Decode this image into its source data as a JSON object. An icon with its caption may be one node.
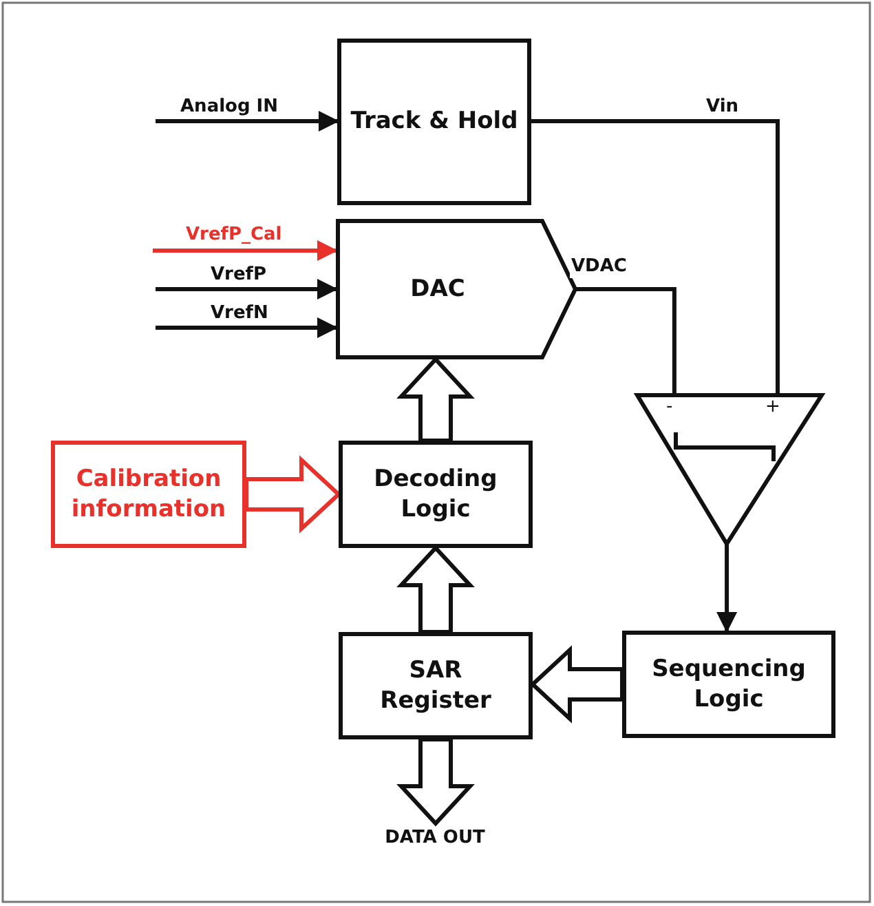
{
  "diagram": {
    "nodes": [
      {
        "text": [
          "Track & Hold"
        ]
      },
      {
        "text": [
          "DAC"
        ]
      },
      {
        "text": [
          "-",
          "+"
        ]
      },
      {
        "text": [
          "Calibration information"
        ]
      },
      {
        "text": [
          "Decoding Logic"
        ]
      },
      {
        "text": [
          "SAR Register"
        ]
      },
      {
        "text": [
          "Sequencing Logic"
        ]
      },
      {
        "text": [
          "DATA OUT"
        ]
      }
    ],
    "edges": [
      {
        "from": null,
        "to": 0,
        "arrow": "to",
        "label": "Analog IN"
      },
      {
        "from": null,
        "to": 1,
        "arrow": "to",
        "label": "VrefP_Cal",
        "color": "#e8312a"
      },
      {
        "from": null,
        "to": 1,
        "arrow": "to",
        "label": "VrefP"
      },
      {
        "from": null,
        "to": 1,
        "arrow": "to",
        "label": "VrefN"
      },
      {
        "from": 0,
        "to": 2,
        "arrow": "none",
        "label": "Vin"
      },
      {
        "from": 1,
        "to": 2,
        "arrow": "none",
        "label": "VDAC"
      },
      {
        "from": 2,
        "to": 6,
        "arrow": "to"
      },
      {
        "from": 6,
        "to": 5,
        "arrow": "to",
        "style": "thick"
      },
      {
        "from": 5,
        "to": 4,
        "arrow": "to",
        "style": "thick"
      },
      {
        "from": 4,
        "to": 1,
        "arrow": "to",
        "style": "thick"
      },
      {
        "from": 3,
        "to": 4,
        "arrow": "to",
        "style": "thick",
        "color": "#e8312a"
      },
      {
        "from": 5,
        "to": 7,
        "arrow": "to",
        "style": "thick"
      }
    ]
  }
}
